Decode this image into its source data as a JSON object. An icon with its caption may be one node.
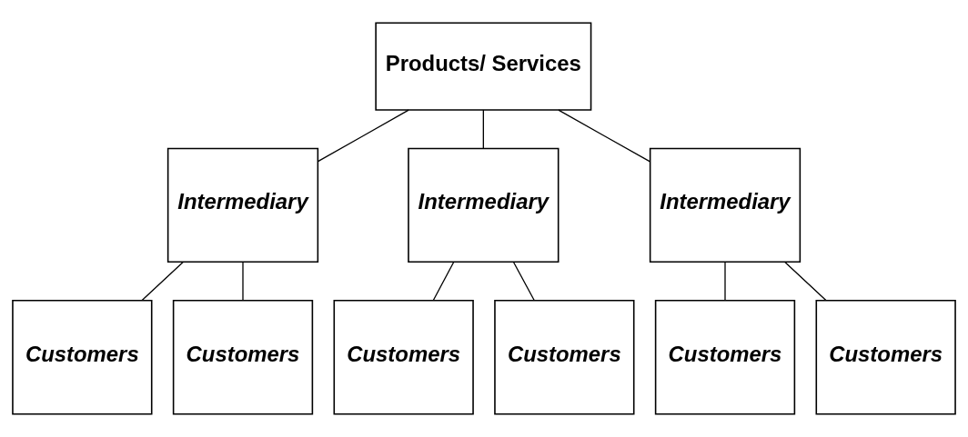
{
  "diagram": {
    "nodes": [
      {
        "text": [
          "Products/ Services"
        ]
      },
      {
        "text": [
          "Intermediary"
        ]
      },
      {
        "text": [
          "Intermediary"
        ]
      },
      {
        "text": [
          "Intermediary"
        ]
      },
      {
        "text": [
          "Customers"
        ]
      },
      {
        "text": [
          "Customers"
        ]
      },
      {
        "text": [
          "Customers"
        ]
      },
      {
        "text": [
          "Customers"
        ]
      },
      {
        "text": [
          "Customers"
        ]
      },
      {
        "text": [
          "Customers"
        ]
      }
    ],
    "edges": [
      {
        "from": 0,
        "to": 1,
        "arrow": "none"
      },
      {
        "from": 0,
        "to": 2,
        "arrow": "none"
      },
      {
        "from": 0,
        "to": 3,
        "arrow": "none"
      },
      {
        "from": 1,
        "to": 4,
        "arrow": "none"
      },
      {
        "from": 1,
        "to": 5,
        "arrow": "none"
      },
      {
        "from": 2,
        "to": 6,
        "arrow": "none"
      },
      {
        "from": 2,
        "to": 7,
        "arrow": "none"
      },
      {
        "from": 3,
        "to": 8,
        "arrow": "none"
      },
      {
        "from": 3,
        "to": 9,
        "arrow": "none"
      }
    ]
  }
}
